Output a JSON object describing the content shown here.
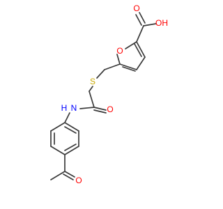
{
  "structure": {
    "atoms": {
      "carboxyl_O": {
        "label": "O",
        "color": "#ff0000"
      },
      "hydroxyl": {
        "label": "OH",
        "color": "#ff0000"
      },
      "furan_O": {
        "label": "O",
        "color": "#ff0000"
      },
      "thioether_S": {
        "label": "S",
        "color": "#c8a800"
      },
      "amide_O": {
        "label": "O",
        "color": "#ff0000"
      },
      "amide_NH": {
        "label": "N",
        "color": "#0000ff"
      },
      "amide_H": {
        "label": "H",
        "color": "#0000ff"
      },
      "acetyl_O": {
        "label": "O",
        "color": "#ff0000"
      }
    },
    "bond_color": "#3a3a3a"
  }
}
